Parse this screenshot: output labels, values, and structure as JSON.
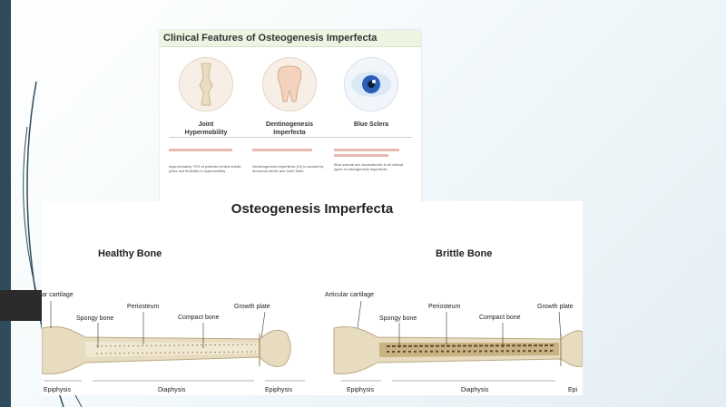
{
  "top_panel": {
    "title": "Clinical Features of Osteogenesis Imperfecta",
    "features": [
      {
        "label_line1": "Joint",
        "label_line2": "Hypermobility",
        "caption": "Approximately 70% of patients exhibit mobile joints and flexibility in hypermobility"
      },
      {
        "label_line1": "Dentinogenesis",
        "label_line2": "Imperfecta",
        "caption": "Dentinogenesis imperfecta (DI) is caused by abnormal dentin and tooth teeth"
      },
      {
        "label_line1": "Blue Sclera",
        "label_line2": "",
        "caption": "Blue sclerae are characteristic in all clinical types of osteogenesis imperfecta"
      }
    ]
  },
  "diagram": {
    "title": "Osteogenesis Imperfecta",
    "healthy": {
      "heading": "Healthy Bone",
      "labels": {
        "cartilage": "ar cartilage",
        "spongy": "Spongy bone",
        "periosteum": "Periosteum",
        "compact": "Compact bone",
        "growth": "Growth plate"
      },
      "sections": {
        "epi1": "Epiphysis",
        "dia": "Diaphysis",
        "epi2": "Epiphysis"
      }
    },
    "brittle": {
      "heading": "Brittle Bone",
      "labels": {
        "cartilage": "Articular cartilage",
        "spongy": "Spongy bone",
        "periosteum": "Periosteum",
        "compact": "Compact bone",
        "growth": "Growth plate"
      },
      "sections": {
        "epi1": "Epiphysis",
        "dia": "Diaphysis",
        "epi2": "Epi"
      }
    }
  }
}
